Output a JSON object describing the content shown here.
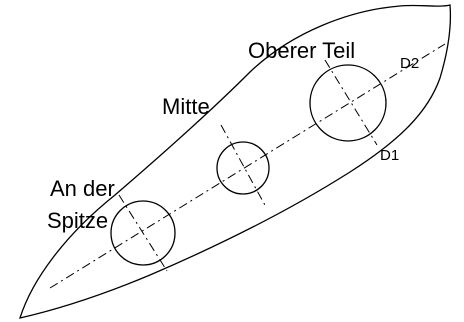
{
  "labels": {
    "upper_part": "Oberer Teil",
    "middle": "Mitte",
    "tip_line1": "An der",
    "tip_line2": "Spitze",
    "diameter_1": "D1",
    "diameter_2": "D2"
  },
  "colors": {
    "stroke": "#000000",
    "background": "#ffffff"
  }
}
